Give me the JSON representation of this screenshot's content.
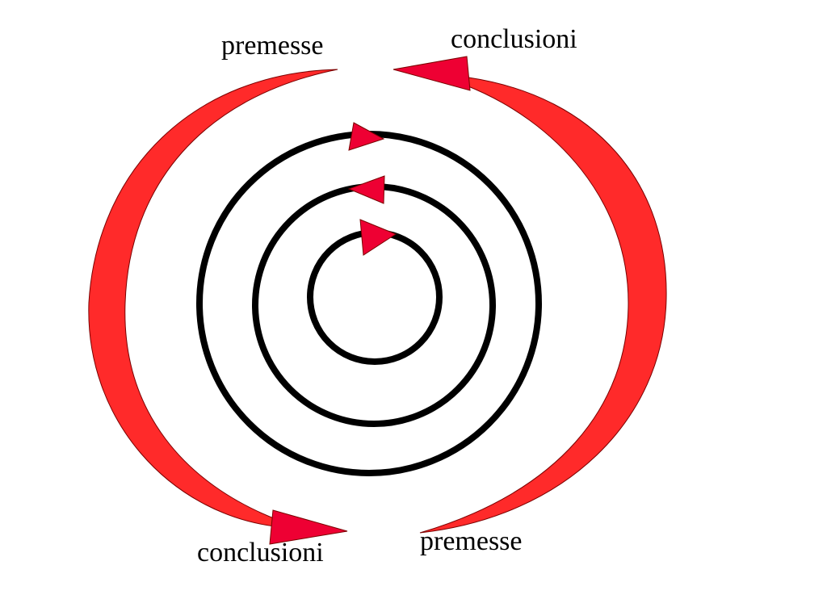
{
  "labels": {
    "top_left": "premesse",
    "top_right": "conclusioni",
    "bottom_left": "conclusioni",
    "bottom_right": "premesse"
  },
  "colors": {
    "arrow_fill": "#ff2a2a",
    "arrow_head": "#ee0033",
    "circle_stroke": "#000000",
    "background": "#ffffff"
  }
}
